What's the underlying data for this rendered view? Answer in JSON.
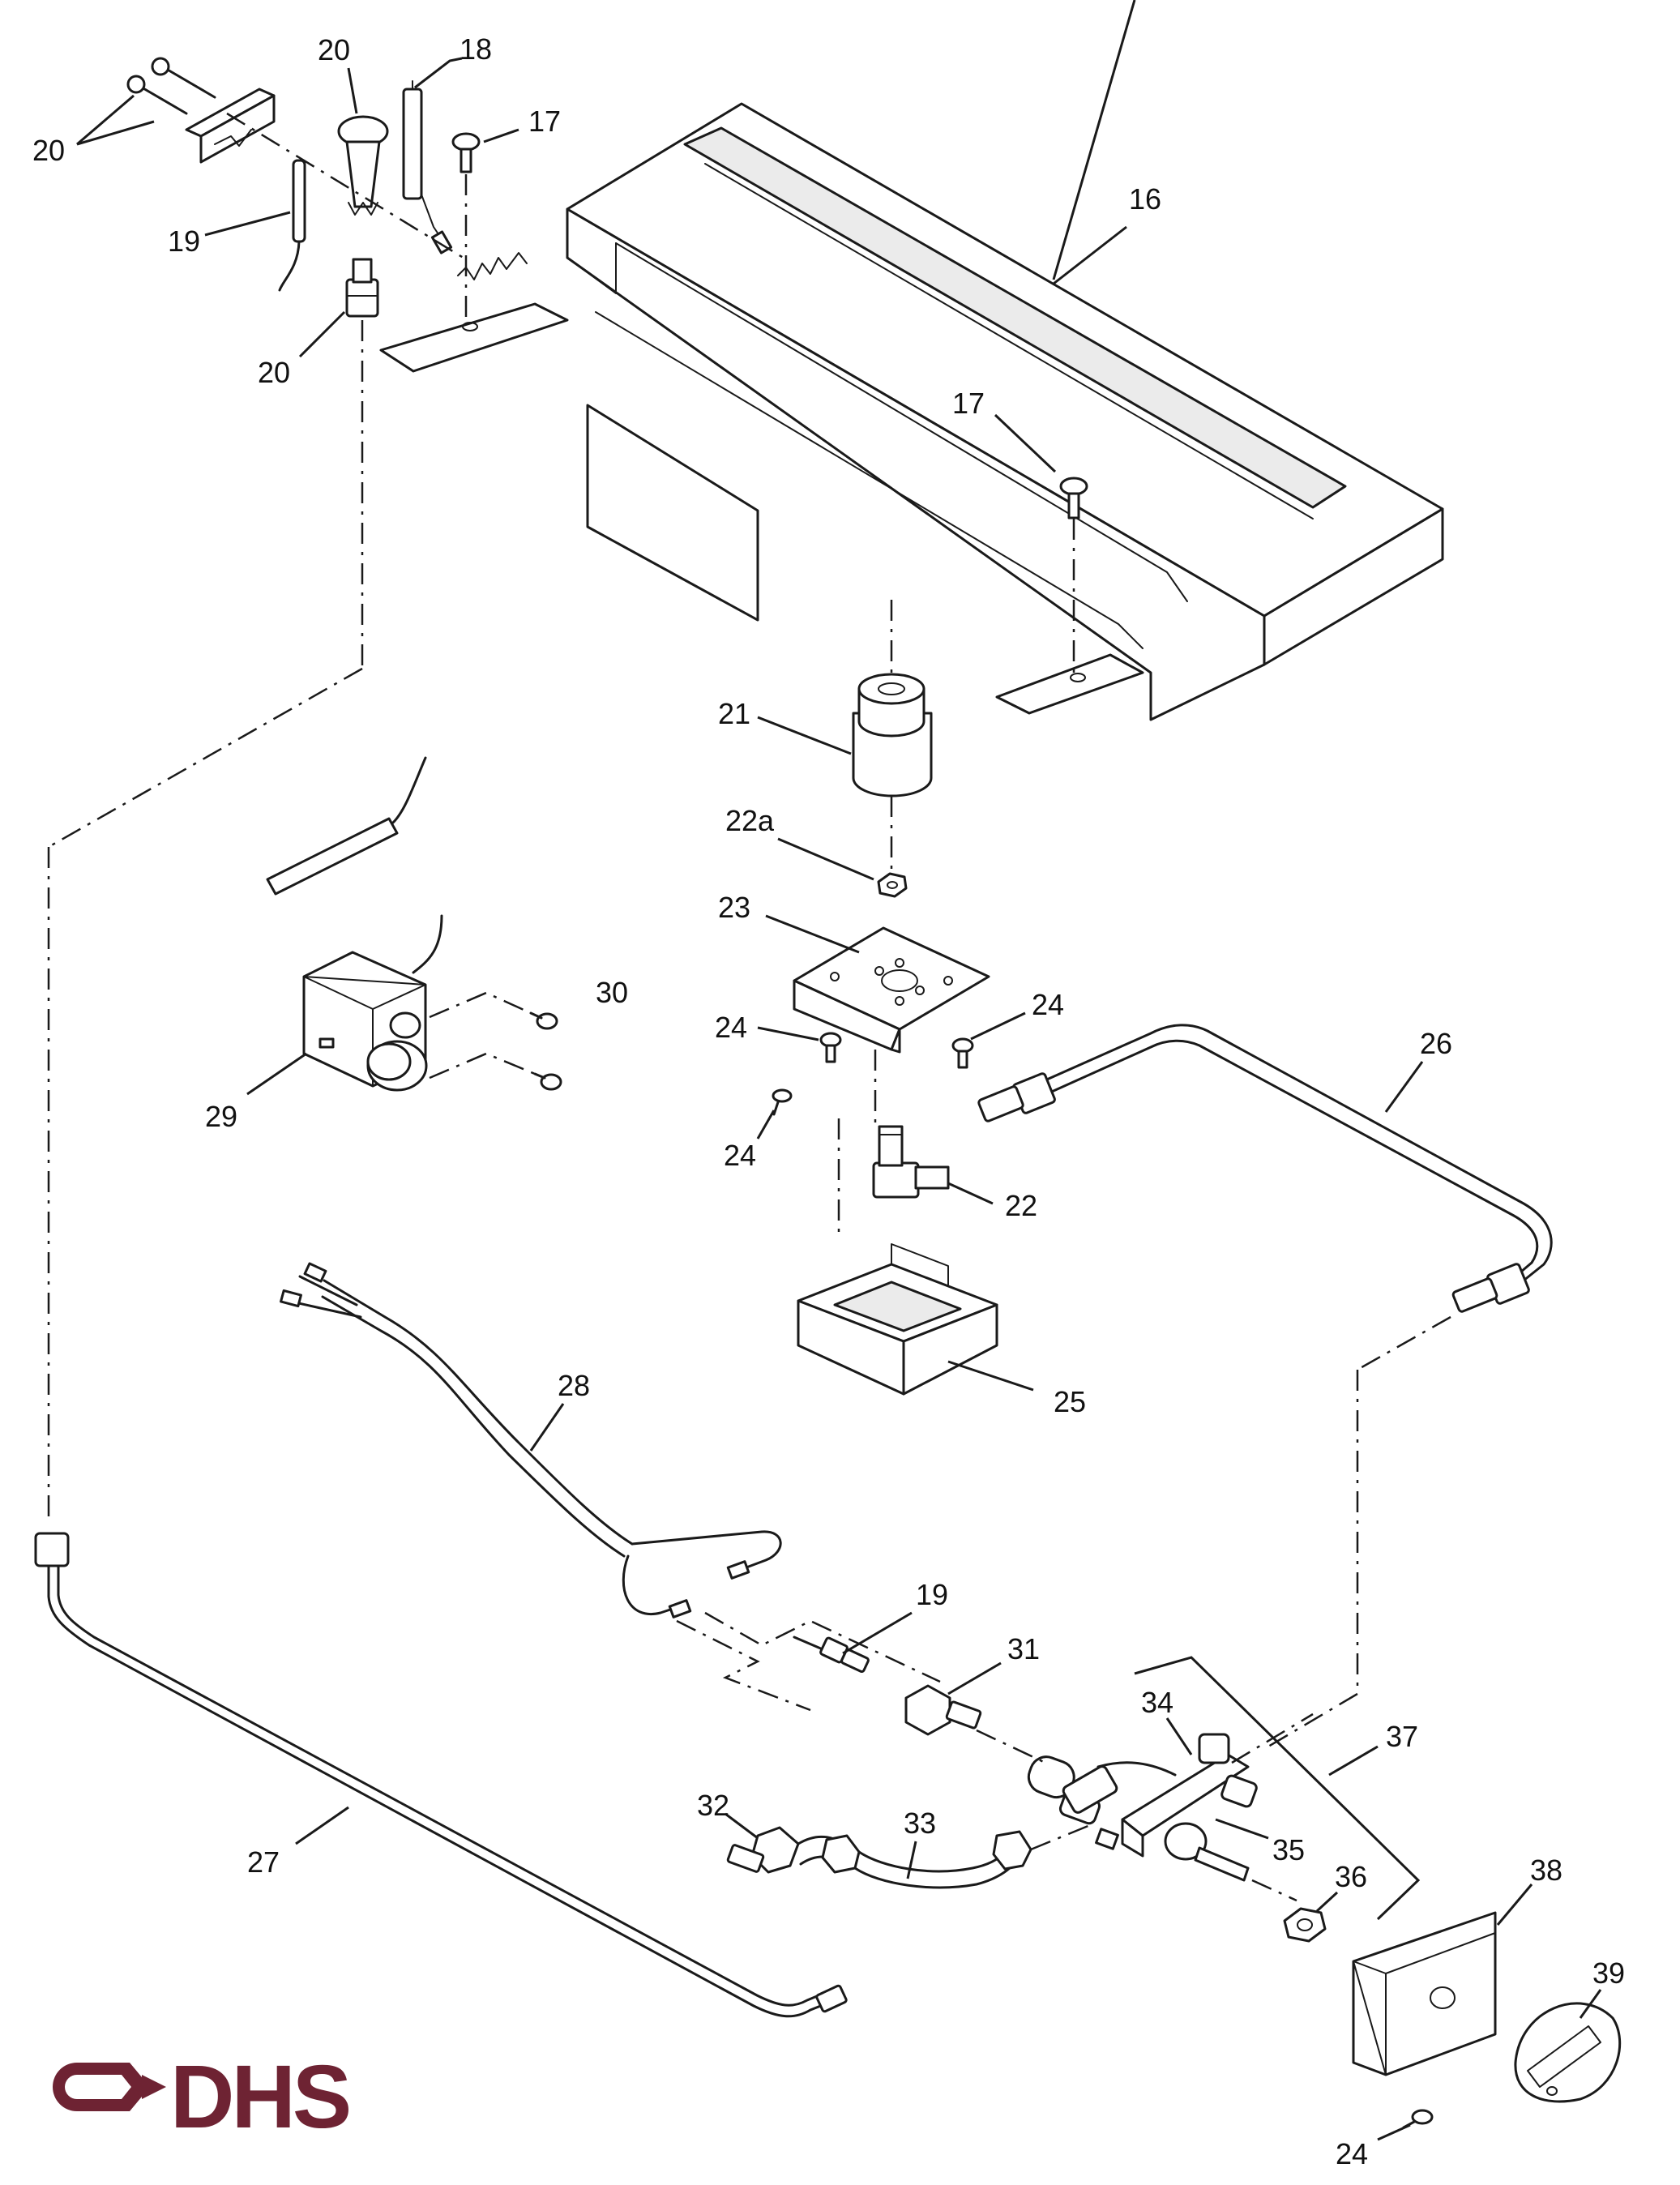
{
  "callouts": {
    "c16": "16",
    "c17a": "17",
    "c17b": "17",
    "c18": "18",
    "c19a": "19",
    "c19b": "19",
    "c20a": "20",
    "c20b": "20",
    "c20c": "20",
    "c21": "21",
    "c22": "22",
    "c22a": "22a",
    "c23": "23",
    "c24a": "24",
    "c24b": "24",
    "c24c": "24",
    "c24d": "24",
    "c25": "25",
    "c26": "26",
    "c27": "27",
    "c28": "28",
    "c29": "29",
    "c30": "30",
    "c31": "31",
    "c32": "32",
    "c33": "33",
    "c34": "34",
    "c35": "35",
    "c36": "36",
    "c37": "37",
    "c38": "38",
    "c39": "39"
  },
  "logo": {
    "text": "DHS",
    "color": "#6e2333"
  }
}
